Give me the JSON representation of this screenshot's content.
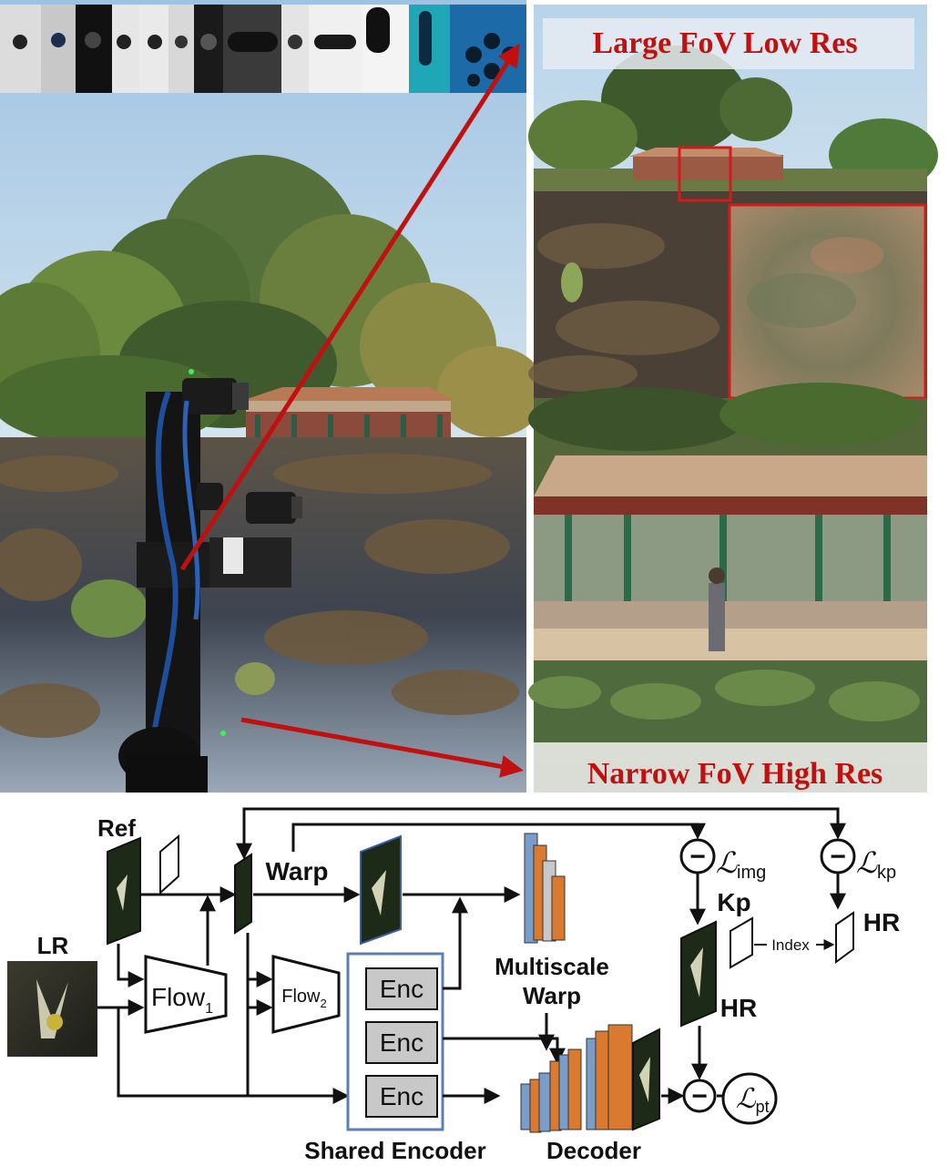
{
  "photo_panel": {
    "top_right_label": "Large FoV Low Res",
    "bottom_right_label": "Narrow FoV High Res"
  },
  "diagram": {
    "ref": "Ref",
    "lr": "LR",
    "warp": "Warp",
    "flow1_base": "Flow",
    "flow1_sub": "1",
    "flow2_base": "Flow",
    "flow2_sub": "2",
    "enc": [
      "Enc",
      "Enc",
      "Enc"
    ],
    "multiscale_warp_line1": "Multiscale",
    "multiscale_warp_line2": "Warp",
    "shared_encoder": "Shared Encoder",
    "decoder": "Decoder",
    "minus": "−",
    "loss_img_sym": "ℒ",
    "loss_img_sub": "img",
    "loss_kp_sym": "ℒ",
    "loss_kp_sub": "kp",
    "loss_pt_sym": "ℒ",
    "loss_pt_sub": "pt",
    "kp": "Kp",
    "hr_mid": "HR",
    "hr_right": "HR",
    "index": "Index"
  },
  "colors": {
    "accent_red": "#c01010",
    "encoder_border": "#5b7fb5",
    "enc_box": "#c8c8c8",
    "feature_blue": "#7a9cc8",
    "feature_orange": "#d97a30"
  }
}
